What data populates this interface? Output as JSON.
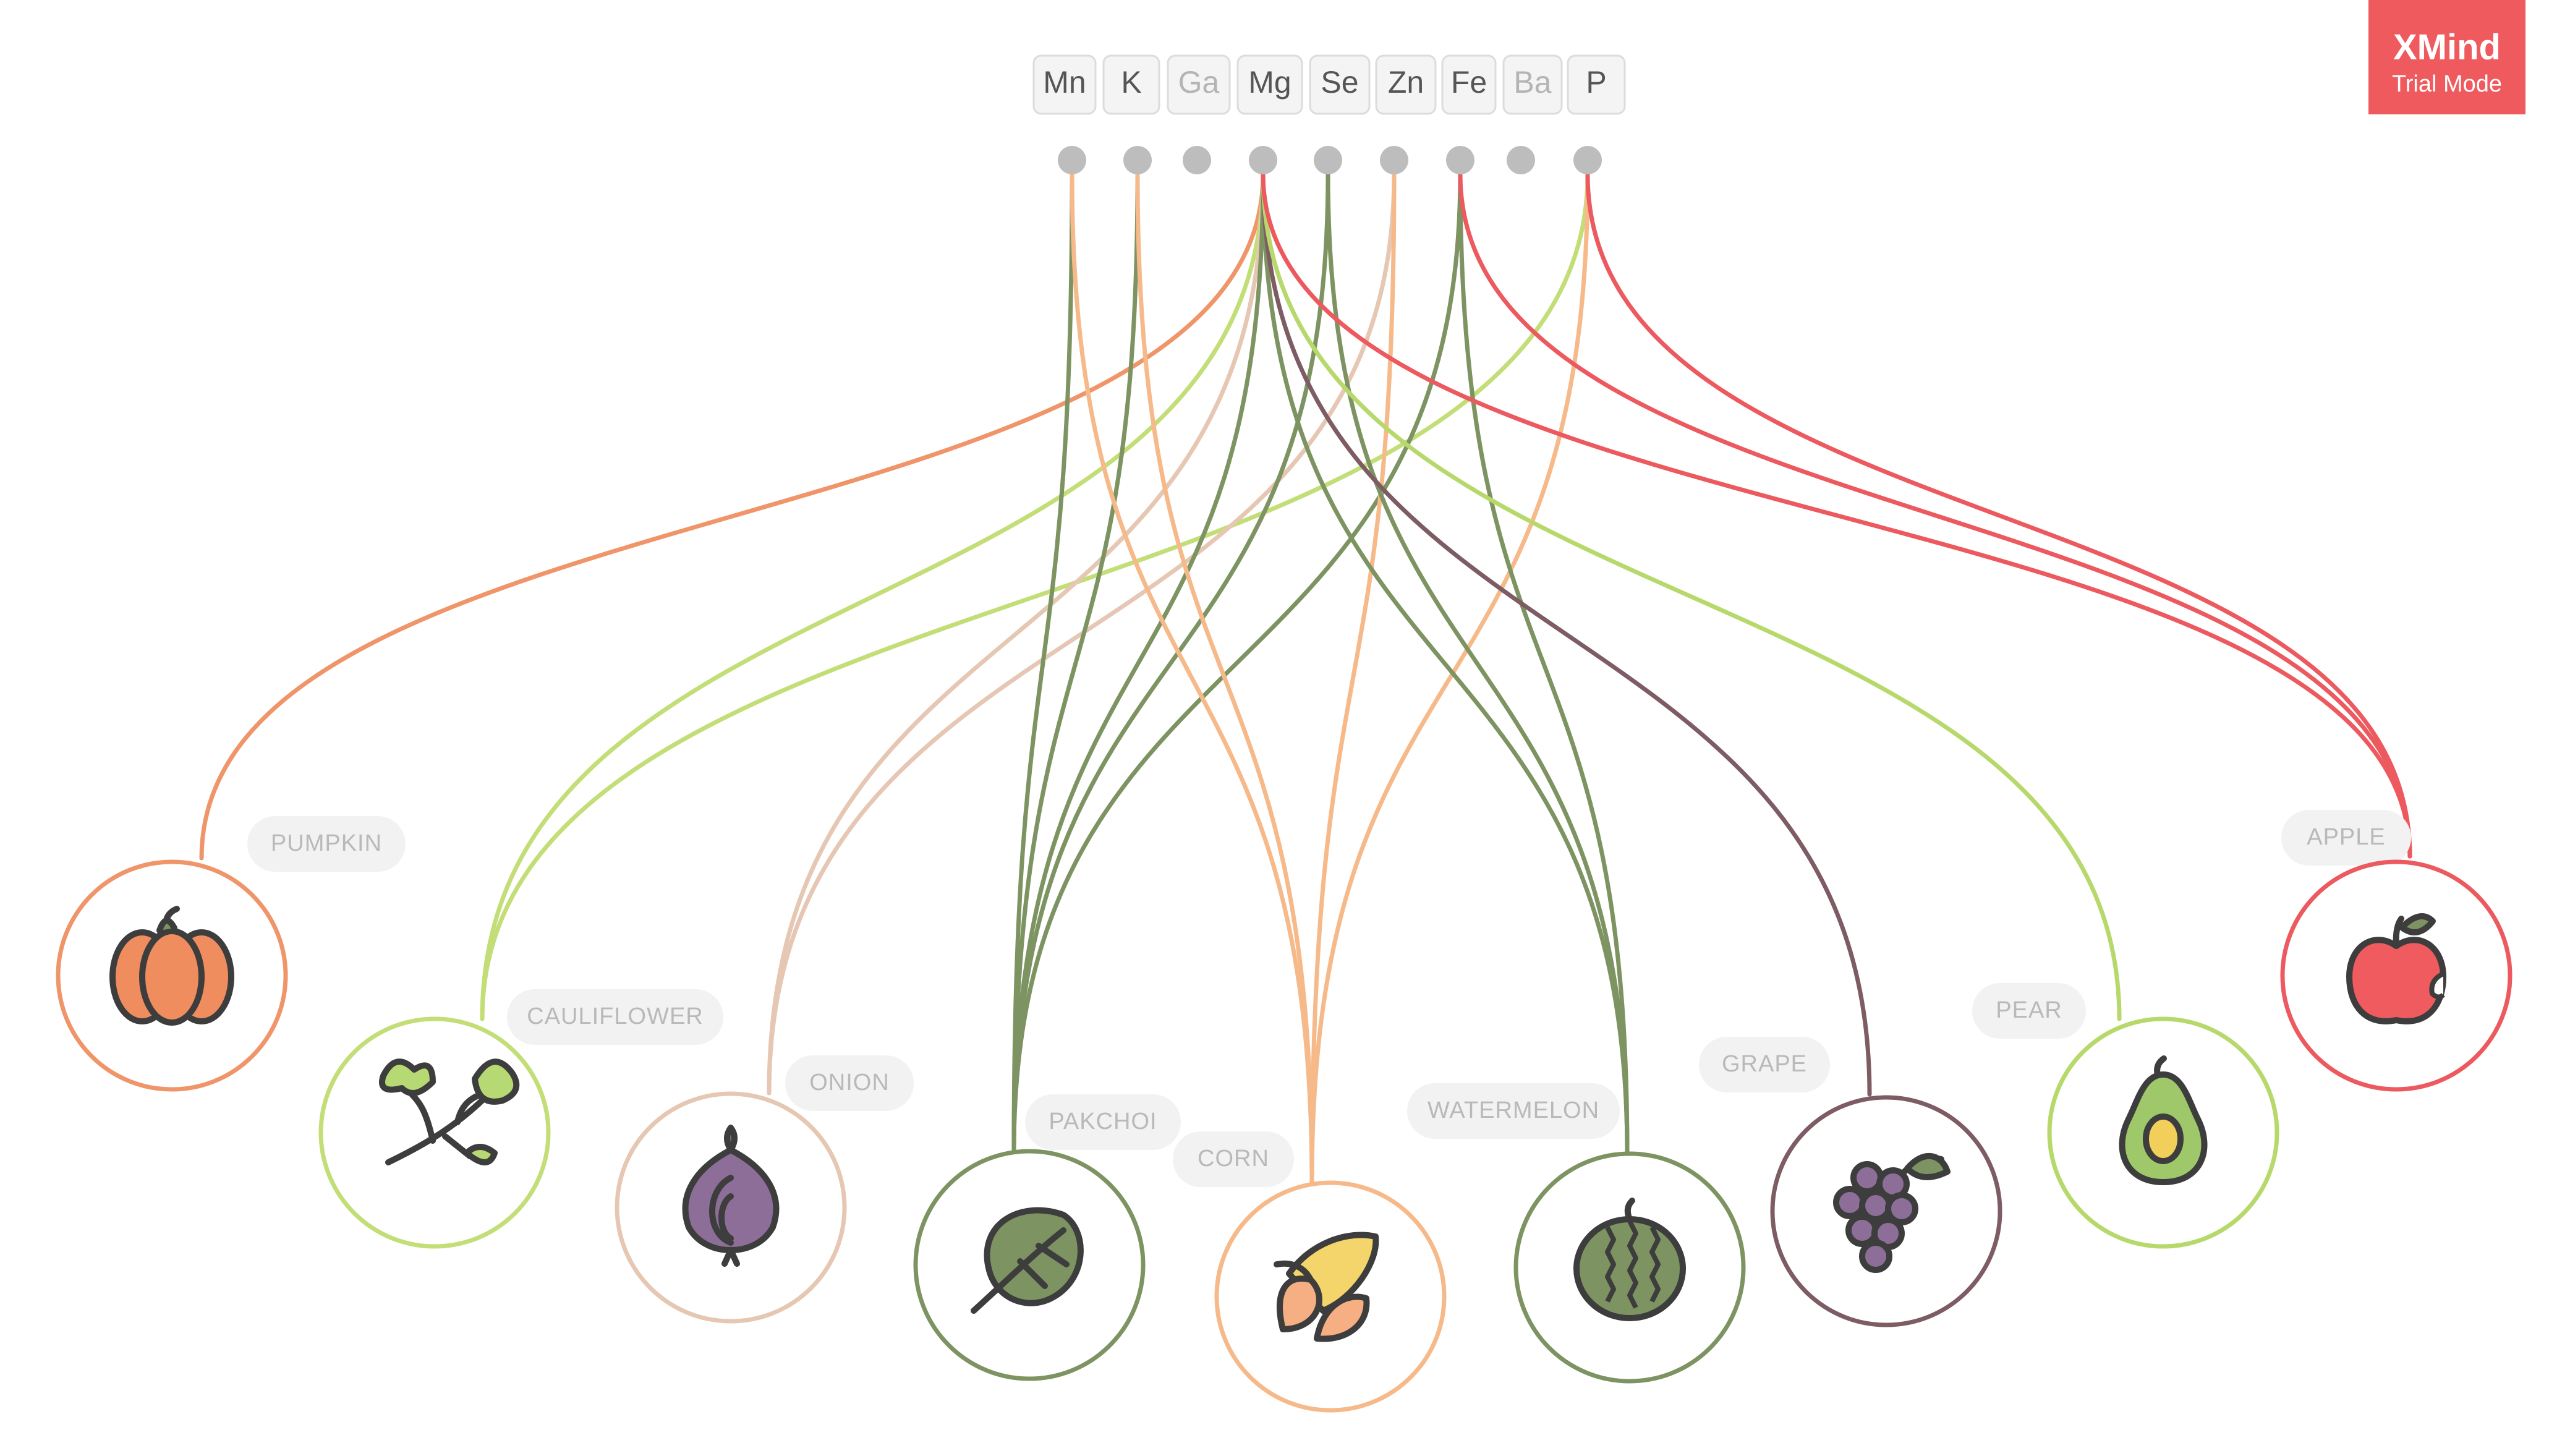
{
  "badge": {
    "title": "XMind",
    "subtitle": "Trial Mode",
    "color": "#ee5a5e"
  },
  "elements": [
    {
      "symbol": "Mn",
      "active": true
    },
    {
      "symbol": "K",
      "active": true
    },
    {
      "symbol": "Ga",
      "active": false
    },
    {
      "symbol": "Mg",
      "active": true
    },
    {
      "symbol": "Se",
      "active": true
    },
    {
      "symbol": "Zn",
      "active": true
    },
    {
      "symbol": "Fe",
      "active": true
    },
    {
      "symbol": "Ba",
      "active": false
    },
    {
      "symbol": "P",
      "active": true
    }
  ],
  "foods": [
    {
      "key": "pumpkin",
      "label": "PUMPKIN",
      "icon": "pumpkin-icon",
      "color": "#f0956a",
      "elements": [
        "Mg"
      ]
    },
    {
      "key": "cauliflower",
      "label": "CAULIFLOWER",
      "icon": "herb-sprig-icon",
      "color": "#c3de77",
      "elements": [
        "Mg",
        "P"
      ]
    },
    {
      "key": "onion",
      "label": "ONION",
      "icon": "onion-icon",
      "color": "#e5c7b3",
      "elements": [
        "Mg",
        "Zn"
      ]
    },
    {
      "key": "pakchoi",
      "label": "PAKCHOI",
      "icon": "leaf-icon",
      "color": "#7d9462",
      "elements": [
        "Mn",
        "K",
        "Mg",
        "Se",
        "Fe"
      ]
    },
    {
      "key": "corn",
      "label": "CORN",
      "icon": "corn-icon",
      "color": "#f6b98a",
      "elements": [
        "Mn",
        "K",
        "Zn",
        "P"
      ]
    },
    {
      "key": "watermelon",
      "label": "WATERMELON",
      "icon": "watermelon-icon",
      "color": "#7d9462",
      "elements": [
        "Mg",
        "Se",
        "Fe"
      ]
    },
    {
      "key": "grape",
      "label": "GRAPE",
      "icon": "grapes-icon",
      "color": "#7d5c64",
      "elements": [
        "Mg"
      ]
    },
    {
      "key": "pear",
      "label": "PEAR",
      "icon": "avocado-icon",
      "color": "#b7d96c",
      "elements": [
        "Mg"
      ]
    },
    {
      "key": "apple",
      "label": "APPLE",
      "icon": "apple-icon",
      "color": "#ec5a60",
      "elements": [
        "Mg",
        "Fe",
        "P"
      ]
    }
  ]
}
